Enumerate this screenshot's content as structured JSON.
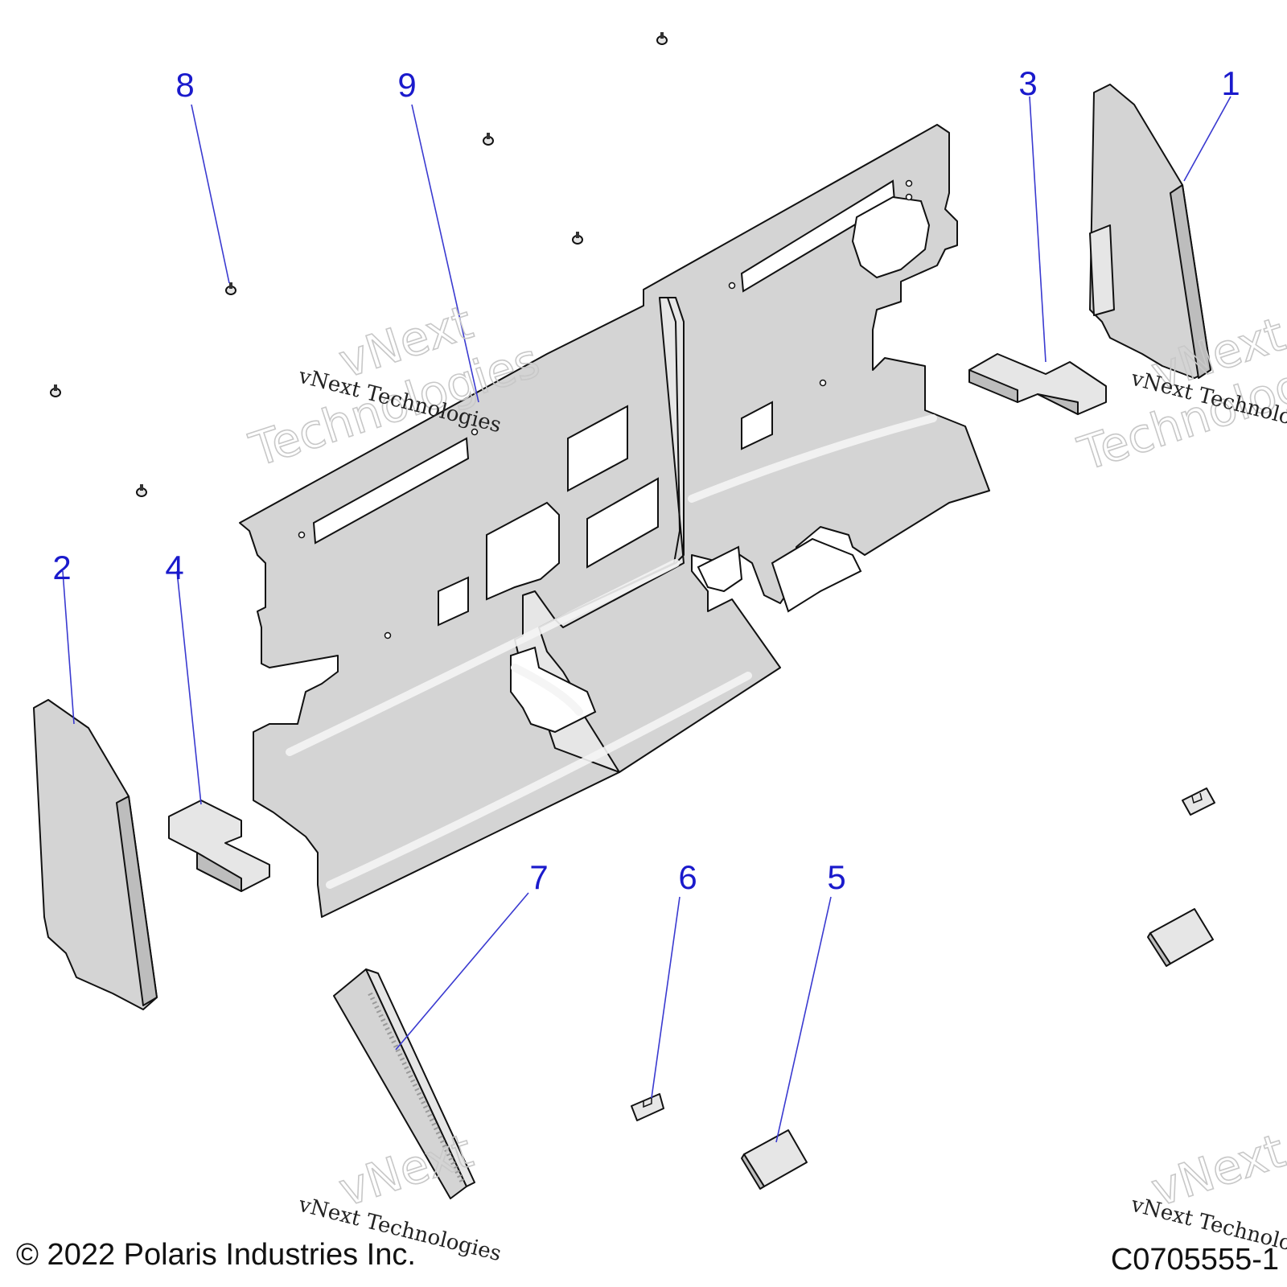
{
  "callouts": [
    {
      "label": "1"
    },
    {
      "label": "2"
    },
    {
      "label": "3"
    },
    {
      "label": "4"
    },
    {
      "label": "5"
    },
    {
      "label": "6"
    },
    {
      "label": "7"
    },
    {
      "label": "8"
    },
    {
      "label": "9"
    }
  ],
  "watermark": {
    "line_small": "vNext Technologies",
    "line_big_1": "vNext",
    "line_big_2": "Technologies"
  },
  "footer": {
    "copyright": "© 2022 Polaris Industries Inc.",
    "diagram_id": "C0705555-1"
  },
  "colors": {
    "callout": "#1a1acc",
    "part_fill": "#d4d4d4",
    "outline": "#111111"
  }
}
